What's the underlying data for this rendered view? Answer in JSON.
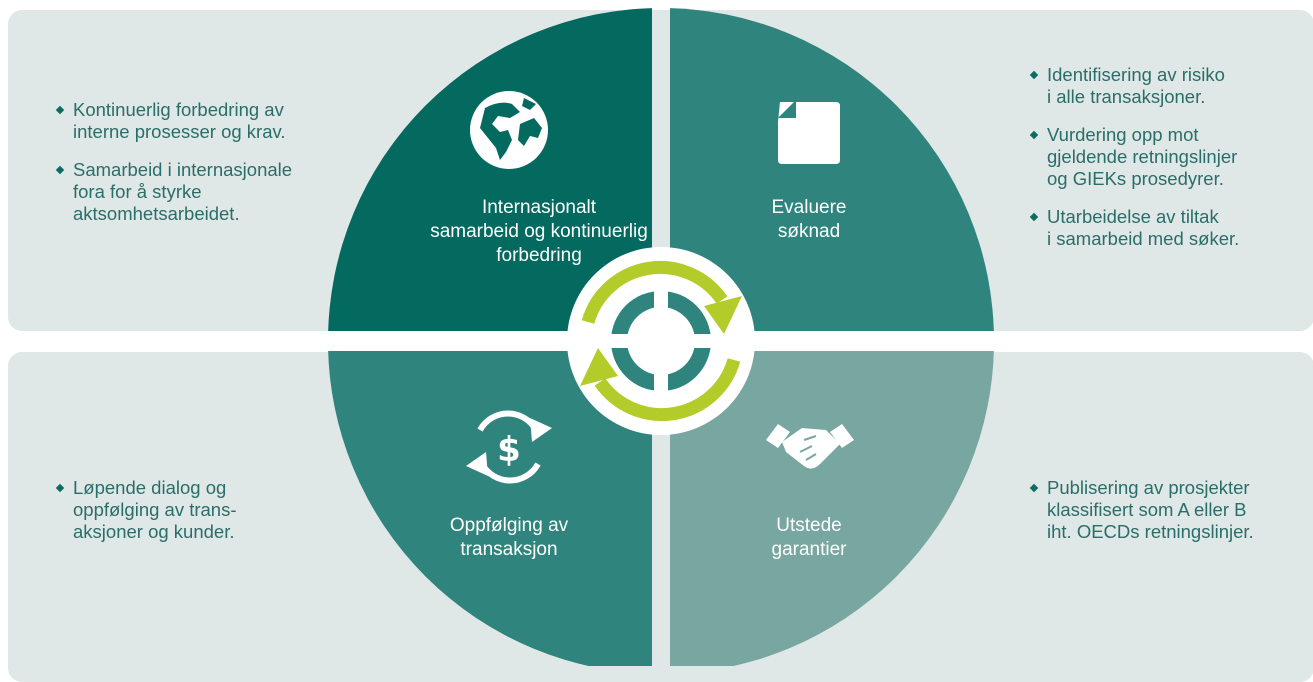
{
  "colors": {
    "panel": "#dfe7e7",
    "quadrant_top_left": "#046a60",
    "quadrant_top_right": "#2f857d",
    "quadrant_bottom_left": "#2f857d",
    "quadrant_bottom_right": "#78a6a0",
    "cycle_arrows": "#b3cc2a",
    "bullet_text": "#2a6e69"
  },
  "quadrants": {
    "top_left": {
      "icon": "globe-icon",
      "label_lines": [
        "Internasjonalt",
        "samarbeid og kontinuerlig",
        "forbedring"
      ]
    },
    "top_right": {
      "icon": "document-icon",
      "label_lines": [
        "Evaluere",
        "søknad"
      ]
    },
    "bottom_left": {
      "icon": "dollar-cycle-icon",
      "label_lines": [
        "Oppfølging av",
        "transaksjon"
      ]
    },
    "bottom_right": {
      "icon": "handshake-icon",
      "label_lines": [
        "Utstede",
        "garantier"
      ]
    }
  },
  "center_icon": "cycle-arrows-icon",
  "bullets": {
    "top_left": [
      [
        "Kontinuerlig forbedring av",
        "interne prosesser og krav."
      ],
      [
        "Samarbeid i internasjonale",
        "fora for å styrke",
        "aktsomhetsarbeidet."
      ]
    ],
    "top_right": [
      [
        "Identifisering av risiko",
        "i alle transaksjoner."
      ],
      [
        "Vurdering opp mot",
        "gjeldende retningslinjer",
        "og GIEKs prosedyrer."
      ],
      [
        "Utarbeidelse av tiltak",
        "i samarbeid med søker."
      ]
    ],
    "bottom_left": [
      [
        "Løpende dialog og",
        "oppfølging av trans-",
        "aksjoner og kunder."
      ]
    ],
    "bottom_right": [
      [
        "Publisering av prosjekter",
        "klassifisert som A eller B",
        "iht. OECDs retningslinjer."
      ]
    ]
  }
}
